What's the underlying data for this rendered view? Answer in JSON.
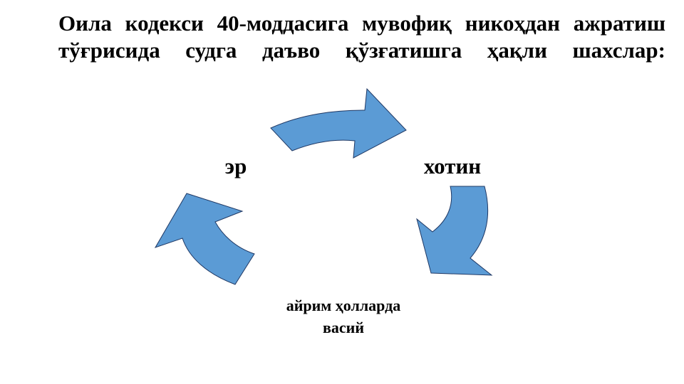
{
  "slide": {
    "title_lines": [
      "Оила кодекси 40-моддасига мувофиқ никоҳдан ажратиш",
      "тўғрисида судга даъво қўзғатишга ҳақли шахслар:"
    ]
  },
  "diagram": {
    "nodes": {
      "er": "эр",
      "khotin": "хотин",
      "guardian": "айрим ҳолларда васий"
    },
    "colors": {
      "arrow_fill": "#5b9bd5",
      "arrow_stroke": "#1f3864"
    }
  }
}
